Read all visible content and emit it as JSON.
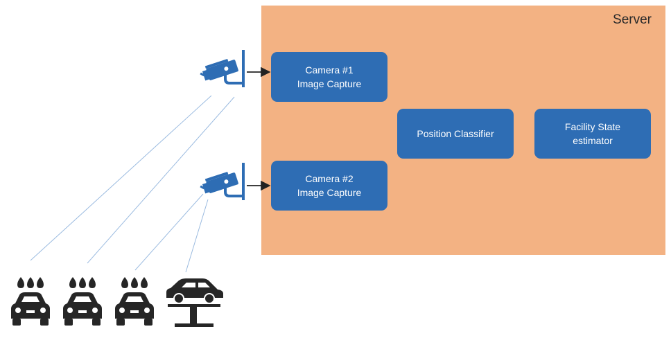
{
  "server": {
    "title": "Server"
  },
  "boxes": {
    "camera1": {
      "line1": "Camera #1",
      "line2": "Image Capture"
    },
    "camera2": {
      "line1": "Camera #2",
      "line2": "Image Capture"
    },
    "position_classifier": {
      "label": "Position Classifier"
    },
    "facility_state": {
      "line1": "Facility State",
      "line2": "estimator"
    }
  },
  "icons": {
    "cameras": [
      "security-camera-icon",
      "security-camera-icon"
    ],
    "cars": [
      "car-wash-icon",
      "car-wash-icon",
      "car-wash-icon",
      "car-lift-icon"
    ]
  },
  "colors": {
    "server_bg": "#f3b283",
    "box_fill": "#2e6db4",
    "camera_icon": "#2e6db4",
    "car_icon": "#262626",
    "sight_lines": "#9bbbe0"
  }
}
